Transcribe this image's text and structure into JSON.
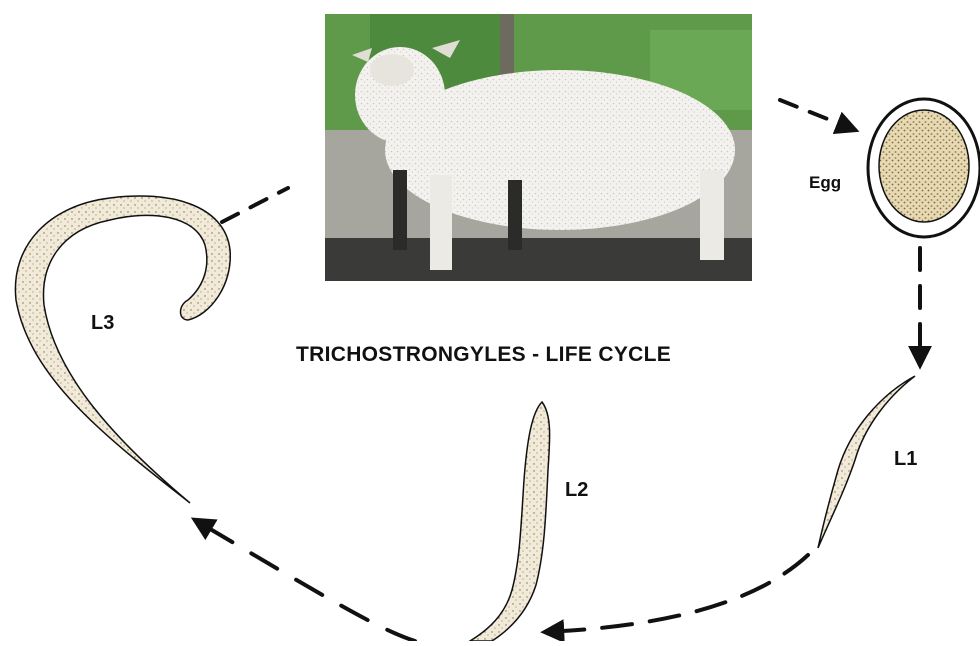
{
  "diagram": {
    "title": "TRICHOSTRONGYLES - LIFE CYCLE",
    "stages": {
      "egg": "Egg",
      "l1": "L1",
      "l2": "L2",
      "l3": "L3"
    },
    "colors": {
      "ink": "#111111",
      "larva_fill": "#f2ead8",
      "egg_fill": "#d8c9a0",
      "photo_bg_green": "#5e9a4a",
      "photo_bg_grey": "#8b8b86",
      "wool": "#f3f2ee",
      "ground": "#3a3a38"
    }
  }
}
